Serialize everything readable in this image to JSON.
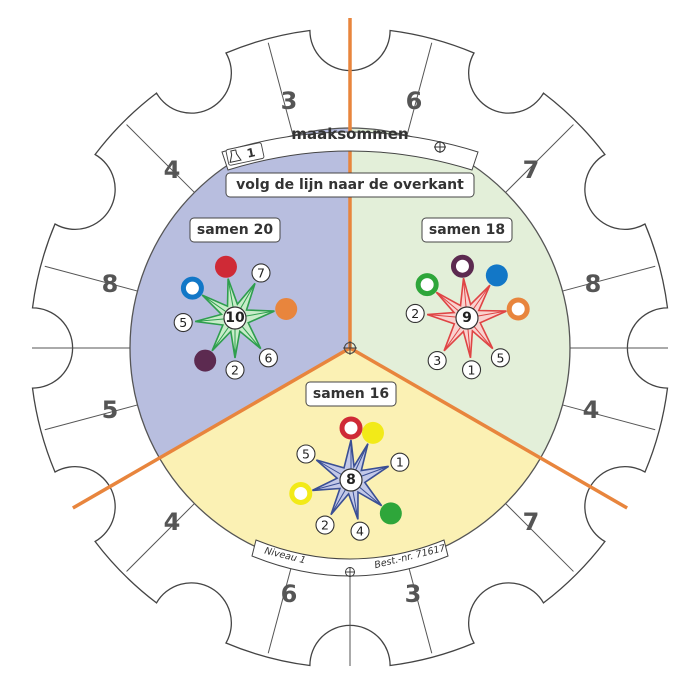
{
  "outer_numbers": [
    "6",
    "7",
    "8",
    "4",
    "7",
    "3",
    "6",
    "4",
    "5",
    "8",
    "4",
    "3"
  ],
  "game_title": "maaksommen",
  "level_badge": "1",
  "instruction": "volg de lijn naar de overkant",
  "footer": {
    "level": "Niveau 1",
    "order_number": "Best.-nr. 71617"
  },
  "colors": {
    "orange": "#e8853d",
    "red": "#cf2a36",
    "blue": "#1277c7",
    "purple": "#5c2a50",
    "green": "#2ea63a",
    "yellow": "#f2ea18",
    "sector_left": "#b8bedf",
    "sector_right": "#e3efd9",
    "sector_bottom": "#fbf1b4"
  },
  "stars": [
    {
      "id": "left",
      "label": "samen 20",
      "center": "10",
      "star_color": "#2e9e4e",
      "star_fill": "#c8ecc9",
      "rays": [
        {
          "type": "number",
          "value": "7"
        },
        {
          "type": "dot",
          "color": "orange",
          "ring": false
        },
        {
          "type": "number",
          "value": "6"
        },
        {
          "type": "number",
          "value": "2"
        },
        {
          "type": "dot",
          "color": "purple",
          "ring": false
        },
        {
          "type": "number",
          "value": "5"
        },
        {
          "type": "dot",
          "color": "blue",
          "ring": true
        },
        {
          "type": "dot",
          "color": "red",
          "ring": false
        }
      ]
    },
    {
      "id": "right",
      "label": "samen 18",
      "center": "9",
      "star_color": "#df4444",
      "star_fill": "#f9d2cf",
      "rays": [
        {
          "type": "dot",
          "color": "blue",
          "ring": false
        },
        {
          "type": "dot",
          "color": "orange",
          "ring": true
        },
        {
          "type": "number",
          "value": "5"
        },
        {
          "type": "number",
          "value": "1"
        },
        {
          "type": "number",
          "value": "3"
        },
        {
          "type": "number",
          "value": "2"
        },
        {
          "type": "dot",
          "color": "green",
          "ring": true
        },
        {
          "type": "dot",
          "color": "purple",
          "ring": true
        }
      ]
    },
    {
      "id": "bottom",
      "label": "samen 16",
      "center": "8",
      "star_color": "#3a4f94",
      "star_fill": "#c3c9e8",
      "rays": [
        {
          "type": "dot",
          "color": "yellow",
          "ring": false
        },
        {
          "type": "number",
          "value": "1"
        },
        {
          "type": "dot",
          "color": "green",
          "ring": false
        },
        {
          "type": "number",
          "value": "4"
        },
        {
          "type": "number",
          "value": "2"
        },
        {
          "type": "dot",
          "color": "yellow",
          "ring": true
        },
        {
          "type": "number",
          "value": "5"
        },
        {
          "type": "dot",
          "color": "red",
          "ring": true
        }
      ]
    }
  ]
}
